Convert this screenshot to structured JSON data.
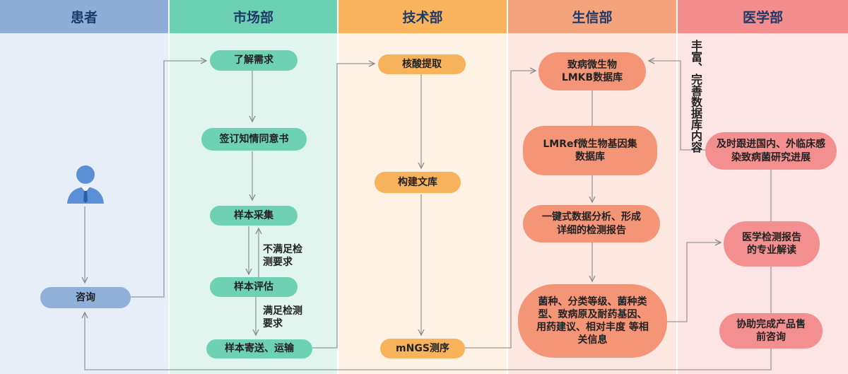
{
  "columns": {
    "patient": "患者",
    "market": "市场部",
    "tech": "技术部",
    "bioinfo": "生信部",
    "medical": "医学部"
  },
  "nodes": {
    "consult": "咨询",
    "understand_needs": "了解需求",
    "sign_consent": "签订知情同意书",
    "sample_collect": "样本采集",
    "sample_eval": "样本评估",
    "sample_ship": "样本寄送、运输",
    "nucleic_extract": "核酸提取",
    "build_library": "构建文库",
    "mngs_seq": "mNGS测序",
    "lmkb_db": "致病微生物LMKB数据库",
    "lmref_db": "LMRef微生物基因集数据库",
    "one_click": "一键式数据分析、形成详细的检测报告",
    "results": "菌种、分类等级、菌种类型、致病原及耐药基因、用药建议、相对丰度 等相关信息",
    "track_progress": "及时跟进国内、外临床感染致病菌研究进展",
    "interpret": "医学检测报告的专业解读",
    "presale": "协助完成产品售前咨询"
  },
  "labels": {
    "not_meet": "不满足检测要求",
    "meet": "满足检测要求",
    "enrich_db": "丰富、完善数据库内容"
  },
  "icons": {
    "patient_avatar": "person-avatar-icon"
  },
  "colors": {
    "patient_bg": "#e8eef7",
    "market_bg": "#dff5ee",
    "tech_bg": "#fdf2e4",
    "bioinfo_bg": "#fde8e1",
    "medical_bg": "#fde5e5",
    "patient_hdr": "#8eaed9",
    "market_hdr": "#6cd1b3",
    "tech_hdr": "#f8b35c",
    "bioinfo_hdr": "#f5a37c",
    "medical_hdr": "#f48d8d"
  }
}
